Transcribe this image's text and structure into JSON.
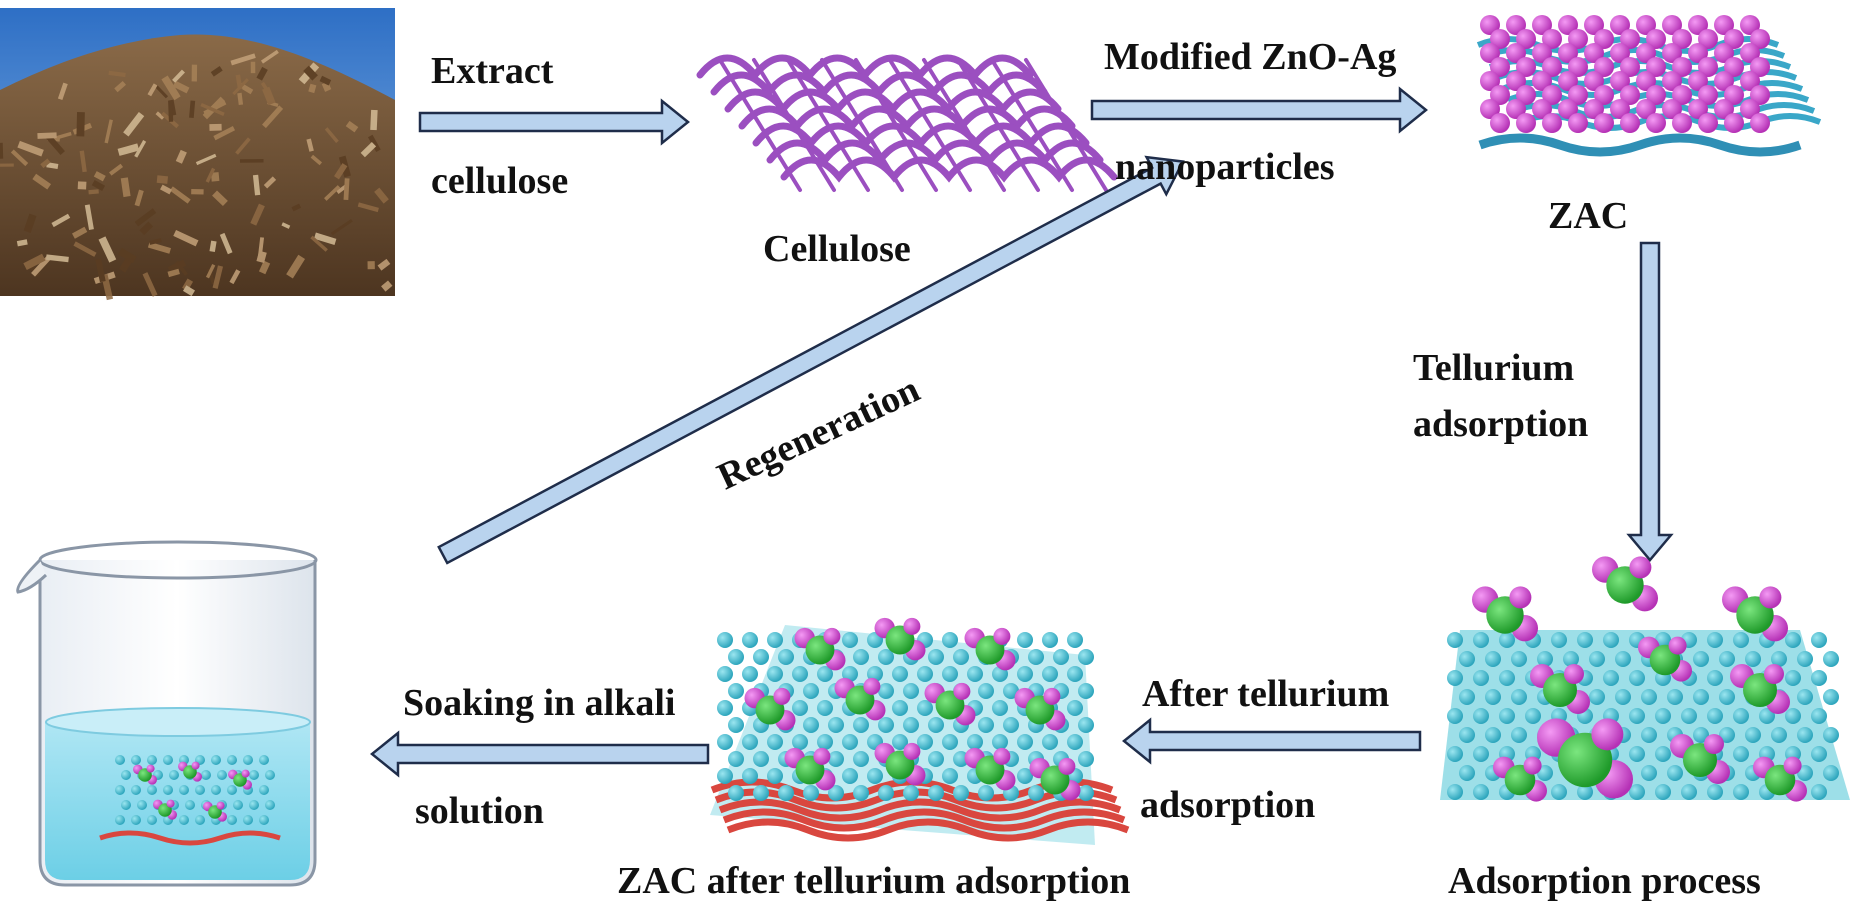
{
  "labels": {
    "extract": "Extract",
    "cellulose_step": "cellulose",
    "cellulose_caption": "Cellulose",
    "modified": "Modified ZnO-Ag",
    "nanoparticles": "nanoparticles",
    "zac": "ZAC",
    "tellurium": "Tellurium",
    "adsorption_step": "adsorption",
    "regeneration": "Regeneration",
    "after_tellurium": "After tellurium",
    "adsorption_step2": "adsorption",
    "adsorption_process": "Adsorption process",
    "zac_after": "ZAC after tellurium adsorption",
    "soaking": "Soaking in alkali",
    "solution": "solution"
  },
  "colors": {
    "arrow_fill": "#b9d3ee",
    "arrow_stroke": "#1f2d4a",
    "cellulose": "#9b4fc0",
    "zno": "#d24fd2",
    "blue_fiber": "#3aa7c8",
    "cyan_ball": "#4cc5d6",
    "green_ball": "#2fbf3a",
    "red_fiber": "#d9473f",
    "water": "#8fd8ec",
    "sky": "#3f7fd0",
    "wood": "#6b4a2c"
  },
  "icons": [
    "wood-chips-photo",
    "cellulose-mesh-icon",
    "zac-mesh-icon",
    "adsorption-cluster-icon",
    "saturated-zac-icon",
    "beaker-icon"
  ]
}
